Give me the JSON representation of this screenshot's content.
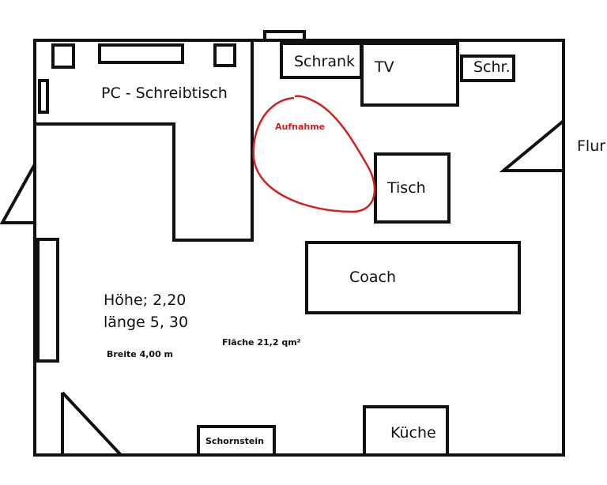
{
  "labels": {
    "pc_desk": "PC - Schreibtisch",
    "schrank": "Schrank",
    "tv": "TV",
    "schr": "Schr.",
    "flur": "Flur",
    "aufnahme": "Aufnahme",
    "tisch": "Tisch",
    "coach": "Coach",
    "hoehe": "Höhe; 2,20",
    "laenge": "länge 5, 30",
    "breite": "Breite 4,00 m",
    "flaeche": "Fläche 21,2 qm²",
    "kueche": "Küche",
    "schornstein": "Schornstein"
  },
  "colors": {
    "lines": "#111111",
    "annotation": "#d22020",
    "background": "#ffffff"
  }
}
